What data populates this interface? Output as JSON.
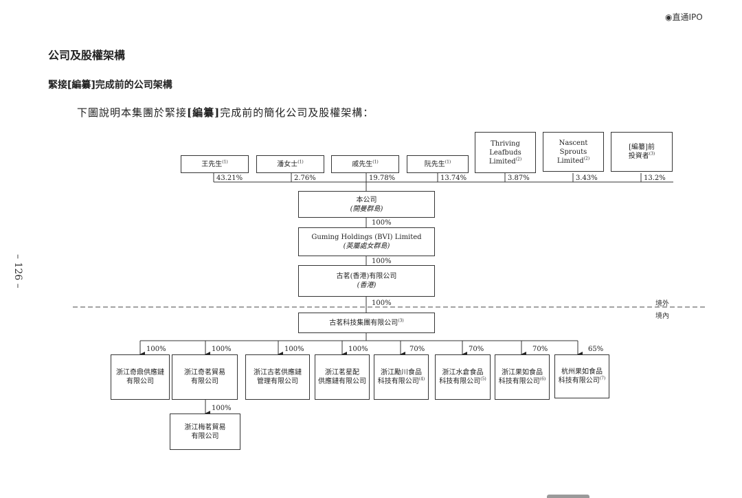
{
  "watermark": "◉直通IPO",
  "heading": "公司及股權架構",
  "subheading": "緊接[編纂]完成前的公司架構",
  "intro": {
    "before": "下圖說明本集團於緊接",
    "bracket": "[編纂]",
    "after": "完成前的簡化公司及股權架構："
  },
  "page_number": "– 126 –",
  "shareholders": [
    {
      "name": "王先生",
      "note": "(1)",
      "pct": "43.21%"
    },
    {
      "name": "潘女士",
      "note": "(1)",
      "pct": "2.76%"
    },
    {
      "name": "戚先生",
      "note": "(1)",
      "pct": "19.78%"
    },
    {
      "name": "阮先生",
      "note": "(1)",
      "pct": "13.74%"
    },
    {
      "line1": "Thriving",
      "line2": "Leafbuds",
      "line3": "Limited",
      "note": "(2)",
      "pct": "3.87%"
    },
    {
      "line1": "Nascent",
      "line2": "Sprouts",
      "line3": "Limited",
      "note": "(2)",
      "pct": "3.43%"
    },
    {
      "line1": "[編纂]前",
      "line2": "投資者",
      "note": "(3)",
      "pct": "13.2%"
    }
  ],
  "company": {
    "name": "本公司",
    "jurisdiction": "(開曼群島)"
  },
  "bvi": {
    "name": "Guming Holdings (BVI) Limited",
    "jurisdiction": "(英屬處女群島)"
  },
  "hk": {
    "name": "古茗(香港)有限公司",
    "jurisdiction": "(香港)"
  },
  "holding_pcts": [
    "100%",
    "100%",
    "100%"
  ],
  "border_labels": {
    "offshore": "境外",
    "onshore": "境內"
  },
  "prc": {
    "name": "古茗科技集團有限公司",
    "note": "(3)"
  },
  "subsidiaries": [
    {
      "line1": "浙江奇鼎供應鏈",
      "line2": "有限公司",
      "note": "",
      "pct": "100%"
    },
    {
      "line1": "浙江奇茗貿易",
      "line2": "有限公司",
      "note": "",
      "pct": "100%"
    },
    {
      "line1": "浙江古茗供應鏈",
      "line2": "管理有限公司",
      "note": "",
      "pct": "100%"
    },
    {
      "line1": "浙江茗星配",
      "line2": "供應鏈有限公司",
      "note": "",
      "pct": "100%"
    },
    {
      "line1": "浙江勵川食品",
      "line2": "科技有限公司",
      "note": "(4)",
      "pct": "70%"
    },
    {
      "line1": "浙江水倉食品",
      "line2": "科技有限公司",
      "note": "(5)",
      "pct": "70%"
    },
    {
      "line1": "浙江果如食品",
      "line2": "科技有限公司",
      "note": "(6)",
      "pct": "70%"
    },
    {
      "line1": "杭州果如食品",
      "line2": "科技有限公司",
      "note": "(7)",
      "pct": "65%"
    }
  ],
  "sub_sub": {
    "line1": "浙江梅茗貿易",
    "line2": "有限公司",
    "pct": "100%"
  }
}
